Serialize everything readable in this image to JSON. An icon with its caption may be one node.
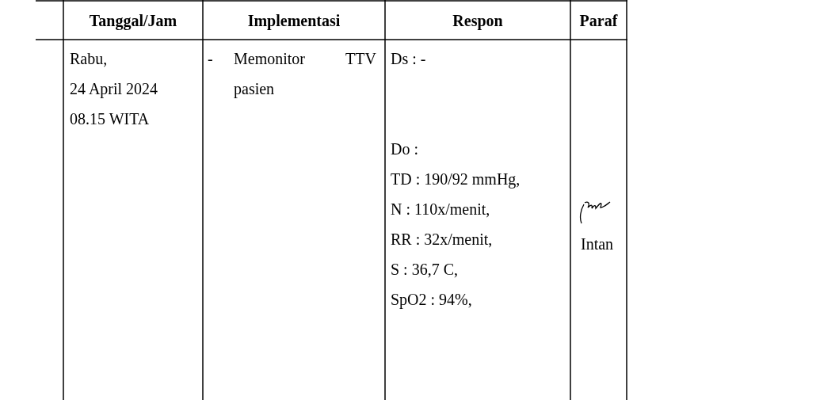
{
  "diagram": {
    "labels": [
      "Tanggal/Jam",
      "Implementasi",
      "Respon",
      "Paraf",
      "Rabu,",
      "24 April 2024",
      "08.15 WITA",
      "-",
      "Memonitor TTV pasien",
      "Ds : -",
      "Do :",
      "TD : 190/92 mmHg,",
      "N : 110x/menit,",
      "RR : 32x/menit,",
      "S : 36,7 C,",
      "SpO2 : 94%,",
      "Intan"
    ]
  }
}
